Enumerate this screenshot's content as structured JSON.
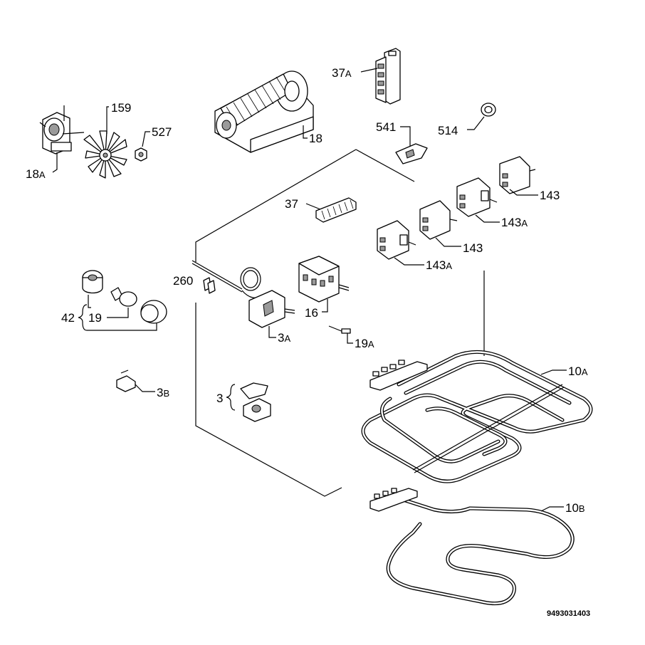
{
  "diagram": {
    "doc_number": "9493031403",
    "callouts": {
      "p37A": {
        "num": "37",
        "suf": "A"
      },
      "p159": {
        "num": "159",
        "suf": ""
      },
      "p527": {
        "num": "527",
        "suf": ""
      },
      "p18A": {
        "num": "18",
        "suf": "A"
      },
      "p18": {
        "num": "18",
        "suf": ""
      },
      "p541": {
        "num": "541",
        "suf": ""
      },
      "p514": {
        "num": "514",
        "suf": ""
      },
      "p143a": {
        "num": "143",
        "suf": ""
      },
      "p143Aa": {
        "num": "143",
        "suf": "A"
      },
      "p143b": {
        "num": "143",
        "suf": ""
      },
      "p143Ab": {
        "num": "143",
        "suf": "A"
      },
      "p37": {
        "num": "37",
        "suf": ""
      },
      "p260": {
        "num": "260",
        "suf": ""
      },
      "p42": {
        "num": "42",
        "suf": ""
      },
      "p19": {
        "num": "19",
        "suf": ""
      },
      "p16": {
        "num": "16",
        "suf": ""
      },
      "p3A": {
        "num": "3",
        "suf": "A"
      },
      "p19A": {
        "num": "19",
        "suf": "A"
      },
      "p3B": {
        "num": "3",
        "suf": "B"
      },
      "p3": {
        "num": "3",
        "suf": ""
      },
      "p10A": {
        "num": "10",
        "suf": "A"
      },
      "p10B": {
        "num": "10",
        "suf": "B"
      }
    }
  }
}
